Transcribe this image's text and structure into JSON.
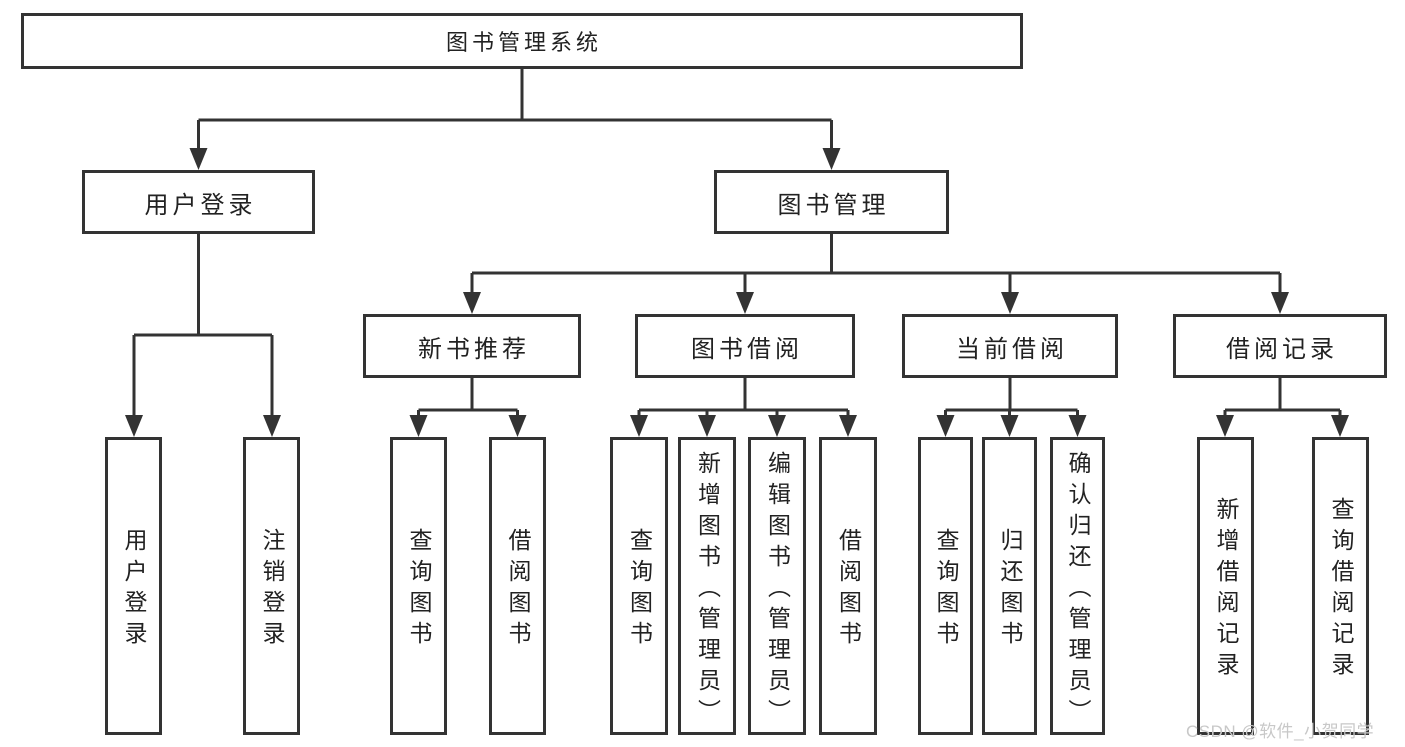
{
  "colors": {
    "line": "#333333",
    "text": "#222222",
    "watermark": "#c8c8c8",
    "background": "#ffffff"
  },
  "watermark": {
    "text": "CSDN @软件_小贺同学"
  },
  "tree": {
    "root": {
      "label": "图书管理系统"
    },
    "level2": [
      {
        "label": "用户登录",
        "children": [
          {
            "label": "用户登录"
          },
          {
            "label": "注销登录"
          }
        ]
      },
      {
        "label": "图书管理",
        "children": [
          {
            "label": "新书推荐",
            "children": [
              {
                "label": "查询图书"
              },
              {
                "label": "借阅图书"
              }
            ]
          },
          {
            "label": "图书借阅",
            "children": [
              {
                "label": "查询图书"
              },
              {
                "label": "新增图书（管理员）"
              },
              {
                "label": "编辑图书（管理员）"
              },
              {
                "label": "借阅图书"
              }
            ]
          },
          {
            "label": "当前借阅",
            "children": [
              {
                "label": "查询图书"
              },
              {
                "label": "归还图书"
              },
              {
                "label": "确认归还（管理员）"
              }
            ]
          },
          {
            "label": "借阅记录",
            "children": [
              {
                "label": "新增借阅记录"
              },
              {
                "label": "查询借阅记录"
              }
            ]
          }
        ]
      }
    ]
  }
}
